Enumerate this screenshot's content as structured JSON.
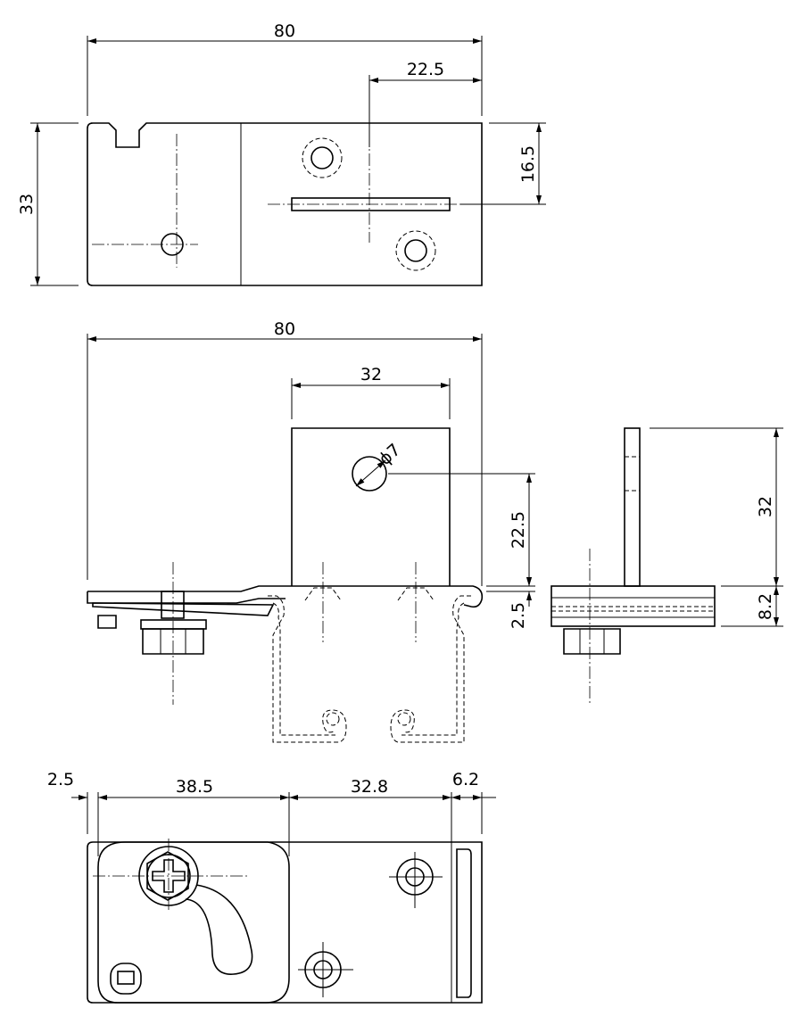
{
  "top_view": {
    "width": "80",
    "slot_offset": "22.5",
    "slot_height": "16.5",
    "height": "33"
  },
  "front_view": {
    "width": "80",
    "tab_width": "32",
    "hole_diameter": "ϕ7",
    "hole_height": "22.5",
    "thickness": "2.5"
  },
  "side_view": {
    "tab_height": "32",
    "base_height": "8.2"
  },
  "bottom_view": {
    "edge_margin": "2.5",
    "left_span": "38.5",
    "middle_span": "32.8",
    "right_span": "6.2"
  }
}
